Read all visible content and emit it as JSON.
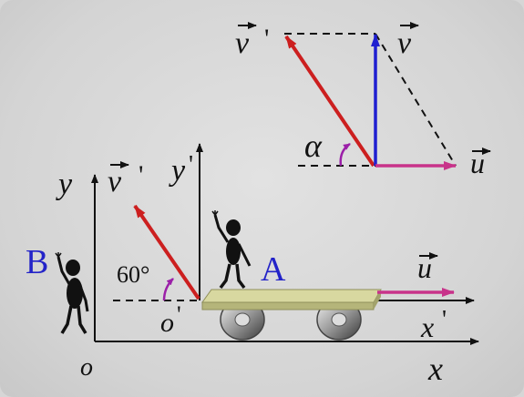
{
  "colors": {
    "background": "#d6d6d6",
    "v_prime": "#cc1f1f",
    "v": "#1f1fd0",
    "u": "#c8338a",
    "angle_arc": "#9b1fa8",
    "cart": "#c9c98c",
    "observer_label": "#2323c8"
  },
  "vector_diagram": {
    "v_prime": "v",
    "v_prime_mark": "'",
    "v": "v",
    "u": "u",
    "alpha": "α"
  },
  "axes": {
    "y": "y",
    "o": "o",
    "x": "x",
    "y_prime": "y",
    "y_prime_mark": "'",
    "o_prime": "o",
    "o_prime_mark": "'",
    "x_prime": "x",
    "x_prime_mark": "'"
  },
  "scene": {
    "v_prime": "v",
    "v_prime_mark": "'",
    "angle": "60°",
    "u": "u",
    "observer_b": "B",
    "observer_a": "A"
  },
  "icons": [
    "stick-figure-icon",
    "wheel-icon"
  ]
}
